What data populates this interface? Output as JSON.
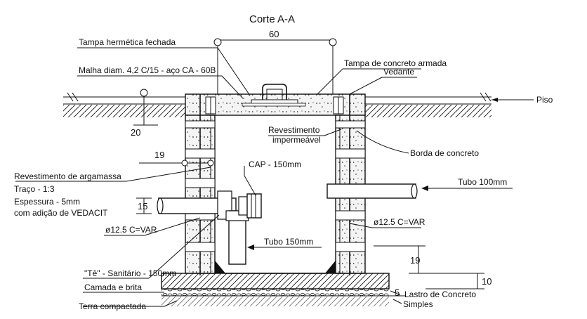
{
  "title": "Corte A-A",
  "labels": {
    "tampa_hermetica": "Tampa hermética fechada",
    "malha": "Malha diam. 4,2 C/15 - aço CA - 60B",
    "tampa_concreto": "Tampa de concreto armada",
    "vedante": "Vedante",
    "piso": "Piso",
    "revestimento_impermeavel_1": "Revestimento",
    "revestimento_impermeavel_2": "impermeável",
    "borda_concreto": "Borda de concreto",
    "revestimento_argamassa": "Revestimento de argamassa",
    "traco": "Traço - 1:3",
    "espessura": "Espessura - 5mm",
    "vedacit": "com adição de VEDACIT",
    "cap": "CAP - 150mm",
    "tubo_100": "Tubo 100mm",
    "tubo_150": "Tubo 150mm",
    "ferro_esq": "ø12.5  C=VAR",
    "ferro_dir": "ø12.5  C=VAR",
    "te_sanitario": "\"Tê\" - Sanitário - 150mm",
    "camada_brita": "Camada e brita",
    "terra": "Terra compactada",
    "lastro_1": "Lastro de Concreto",
    "lastro_2": "Simples"
  },
  "dimensions": {
    "d60": "60",
    "d20": "20",
    "d19a": "19",
    "d15": "15",
    "d19b": "19",
    "d10": "10",
    "d5": "5"
  },
  "colors": {
    "ink": "#111111",
    "concrete_fill": "#f2f2f2",
    "paper": "#ffffff"
  }
}
